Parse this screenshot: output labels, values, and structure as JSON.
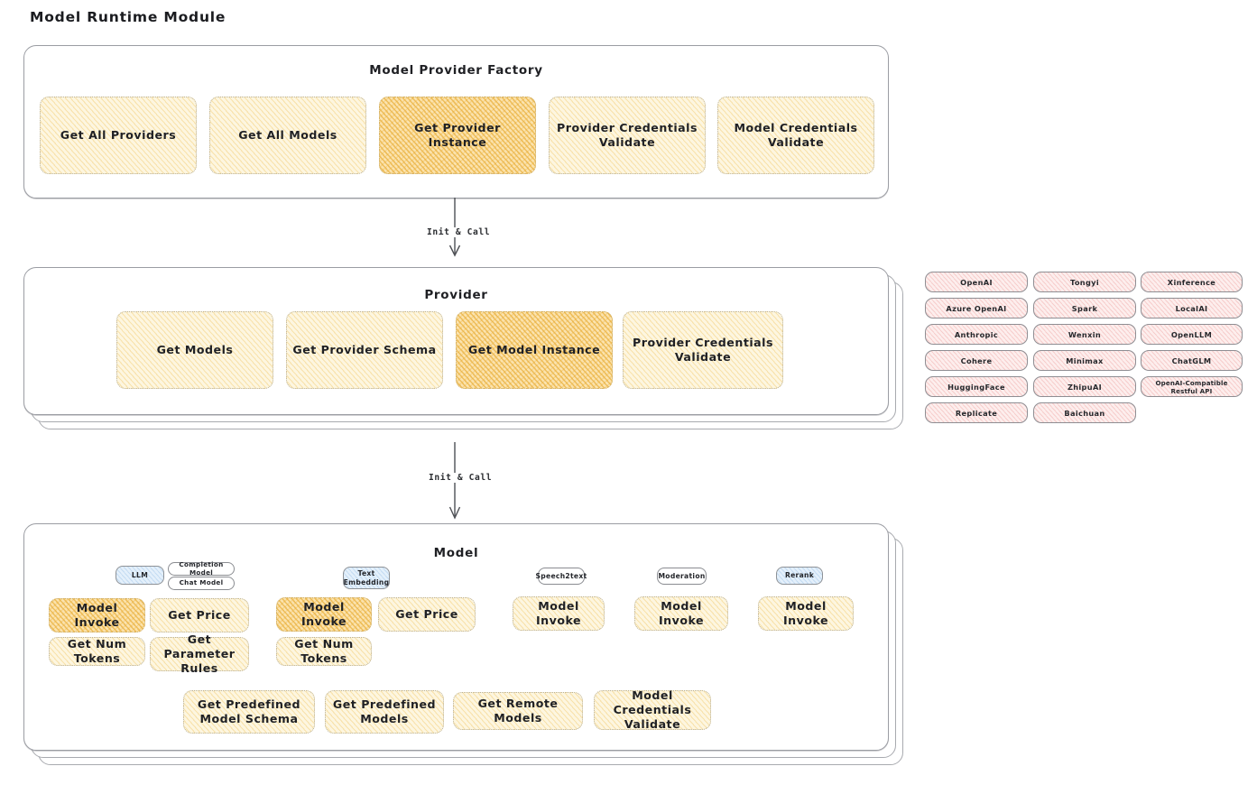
{
  "page": {
    "title": "Model Runtime Module"
  },
  "factory": {
    "title": "Model Provider Factory",
    "methods": [
      {
        "label": "Get All Providers",
        "highlighted": false
      },
      {
        "label": "Get All Models",
        "highlighted": false
      },
      {
        "label": "Get Provider Instance",
        "highlighted": true
      },
      {
        "label": "Provider Credentials Validate",
        "highlighted": false
      },
      {
        "label": "Model Credentials Validate",
        "highlighted": false
      }
    ]
  },
  "arrow1": {
    "label": "Init & Call"
  },
  "provider": {
    "title": "Provider",
    "methods": [
      {
        "label": "Get Models",
        "highlighted": false
      },
      {
        "label": "Get Provider Schema",
        "highlighted": false
      },
      {
        "label": "Get Model Instance",
        "highlighted": true
      },
      {
        "label": "Provider Credentials Validate",
        "highlighted": false
      }
    ]
  },
  "arrow2": {
    "label": "Init & Call"
  },
  "provider_list": {
    "columns": [
      [
        "OpenAI",
        "Azure OpenAI",
        "Anthropic",
        "Cohere",
        "HuggingFace",
        "Replicate"
      ],
      [
        "Tongyi",
        "Spark",
        "Wenxin",
        "Minimax",
        "ZhipuAI",
        "Baichuan"
      ],
      [
        "Xinference",
        "LocalAI",
        "OpenLLM",
        "ChatGLM",
        "OpenAI-Compatible Restful API"
      ]
    ],
    "more": "..."
  },
  "model": {
    "title": "Model",
    "more": "...",
    "types": [
      {
        "name": "LLM",
        "style": "blue",
        "subtypes": [
          "Completion Model",
          "Chat Model"
        ],
        "methods": [
          {
            "label": "Model Invoke",
            "highlighted": true
          },
          {
            "label": "Get Price",
            "highlighted": false
          },
          {
            "label": "Get Num Tokens",
            "highlighted": false
          },
          {
            "label": "Get Parameter Rules",
            "highlighted": false
          }
        ]
      },
      {
        "name": "Text Embedding",
        "style": "blue",
        "subtypes": [],
        "methods": [
          {
            "label": "Model Invoke",
            "highlighted": true
          },
          {
            "label": "Get Price",
            "highlighted": false
          },
          {
            "label": "Get Num Tokens",
            "highlighted": false
          }
        ]
      },
      {
        "name": "Speech2text",
        "style": "plain",
        "subtypes": [],
        "methods": [
          {
            "label": "Model Invoke",
            "highlighted": false
          }
        ]
      },
      {
        "name": "Moderation",
        "style": "plain",
        "subtypes": [],
        "methods": [
          {
            "label": "Model Invoke",
            "highlighted": false
          }
        ]
      },
      {
        "name": "Rerank",
        "style": "blue",
        "subtypes": [],
        "methods": [
          {
            "label": "Model Invoke",
            "highlighted": false
          }
        ]
      }
    ],
    "shared_methods": [
      {
        "label": "Get Predefined Model Schema",
        "highlighted": false
      },
      {
        "label": "Get Predefined Models",
        "highlighted": false
      },
      {
        "label": "Get Remote Models",
        "highlighted": false
      },
      {
        "label": "Model Credentials Validate",
        "highlighted": false
      }
    ]
  },
  "colors": {
    "cream": "#fdf6e0",
    "cream_hatch": "#f3ce7a",
    "highlight": "#fbe3ae",
    "highlight_hatch": "#e9b03c",
    "pink": "#fdeeed",
    "pink_hatch": "#eb9694",
    "blue": "#e4f0fb",
    "blue_hatch": "#96bee4",
    "panel_border": "#9b9da3",
    "text": "#1f2024"
  }
}
